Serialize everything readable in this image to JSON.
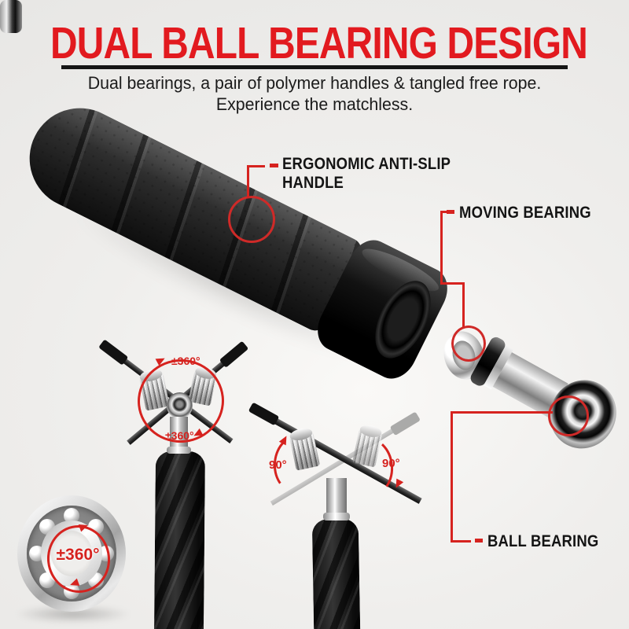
{
  "header": {
    "title": "DUAL BALL BEARING DESIGN",
    "subtitle_line1": "Dual bearings, a pair of polymer handles & tangled free rope.",
    "subtitle_line2": "Experience the matchless."
  },
  "callouts": {
    "handle": {
      "line1": "ERGONOMIC ANTI-SLIP",
      "line2": "HANDLE"
    },
    "moving_bearing": {
      "label": "MOVING BEARING"
    },
    "ball_bearing": {
      "label": "BALL BEARING"
    }
  },
  "annotations": {
    "left_pivot_top": "±360°",
    "left_pivot_bottom": "±360°",
    "right_pivot_left": "90°",
    "right_pivot_right": "90°",
    "bearing_closeup": "±360°"
  },
  "colors": {
    "title_red": "#e21a1f",
    "annotation_red": "#d6231f",
    "text_dark": "#141414",
    "background_gray": "#ebeae8"
  }
}
